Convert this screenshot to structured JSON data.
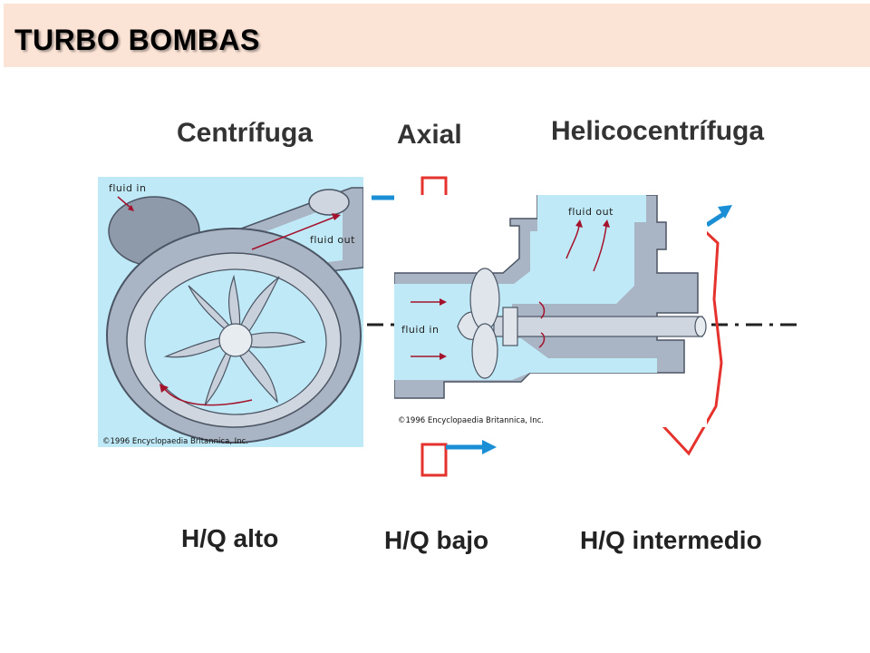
{
  "title": "TURBO BOMBAS",
  "columns": {
    "centrifuga": "Centrífuga",
    "axial": "Axial",
    "helico": "Helicocentrífuga"
  },
  "footers": {
    "alto": "H/Q alto",
    "bajo": "H/Q bajo",
    "intermedio": "H/Q intermedio"
  },
  "centrifugal_panel": {
    "fluid_in": "fluid in",
    "fluid_out": "fluid out",
    "copyright": "©1996 Encyclopaedia Britannica, Inc."
  },
  "axial_panel": {
    "fluid_in": "fluid in",
    "fluid_out": "fluid out",
    "copyright": "©1996 Encyclopaedia Britannica, Inc."
  },
  "colors": {
    "title_bg": "#fbe3d6",
    "water": "#bfe9f7",
    "metal": "#a9b4c4",
    "arrow_blue": "#1a8fd6",
    "arrow_red": "#e5322d"
  }
}
